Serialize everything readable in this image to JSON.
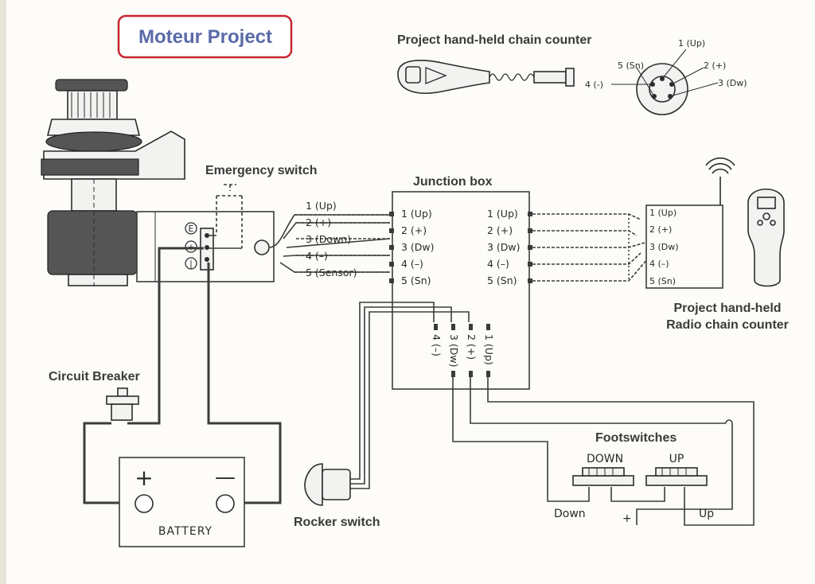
{
  "title": "Moteur Project",
  "labels": {
    "chain_counter": "Project hand-held chain counter",
    "emergency_switch": "Emergency switch",
    "junction_box": "Junction box",
    "radio_counter_line1": "Project hand-held",
    "radio_counter_line2": "Radio chain counter",
    "circuit_breaker": "Circuit Breaker",
    "footswitches": "Footswitches",
    "rocker_switch": "Rocker switch",
    "battery": "BATTERY",
    "battery_plus": "+",
    "battery_minus": "—"
  },
  "connector_pins": [
    "1 (Up)",
    "2 (+)",
    "3 (Dw)",
    "4 (-)",
    "5 (Sn)"
  ],
  "motor_terminals": [
    "E",
    "+",
    "|"
  ],
  "motor_cable_pins": [
    "1 (Up)",
    "2 (+)",
    "3 (Down)",
    "4 (–)",
    "5 (Sensor)"
  ],
  "junction_left_pins": [
    "1 (Up)",
    "2 (+)",
    "3 (Dw)",
    "4 (–)",
    "5 (Sn)"
  ],
  "junction_right_pins": [
    "1 (Up)",
    "2 (+)",
    "3 (Dw)",
    "4 (–)",
    "5 (Sn)"
  ],
  "junction_bottom_pins": [
    "4 (–)",
    "3 (Dw)",
    "2 (+)",
    "1 (Up)"
  ],
  "radio_pins": [
    "1 (Up)",
    "2 (+)",
    "3 (Dw)",
    "4 (–)",
    "5 (Sn)"
  ],
  "footswitches": {
    "down_label": "DOWN",
    "up_label": "UP",
    "wire_down": "Down",
    "wire_up": "Up",
    "wire_plus": "+"
  }
}
